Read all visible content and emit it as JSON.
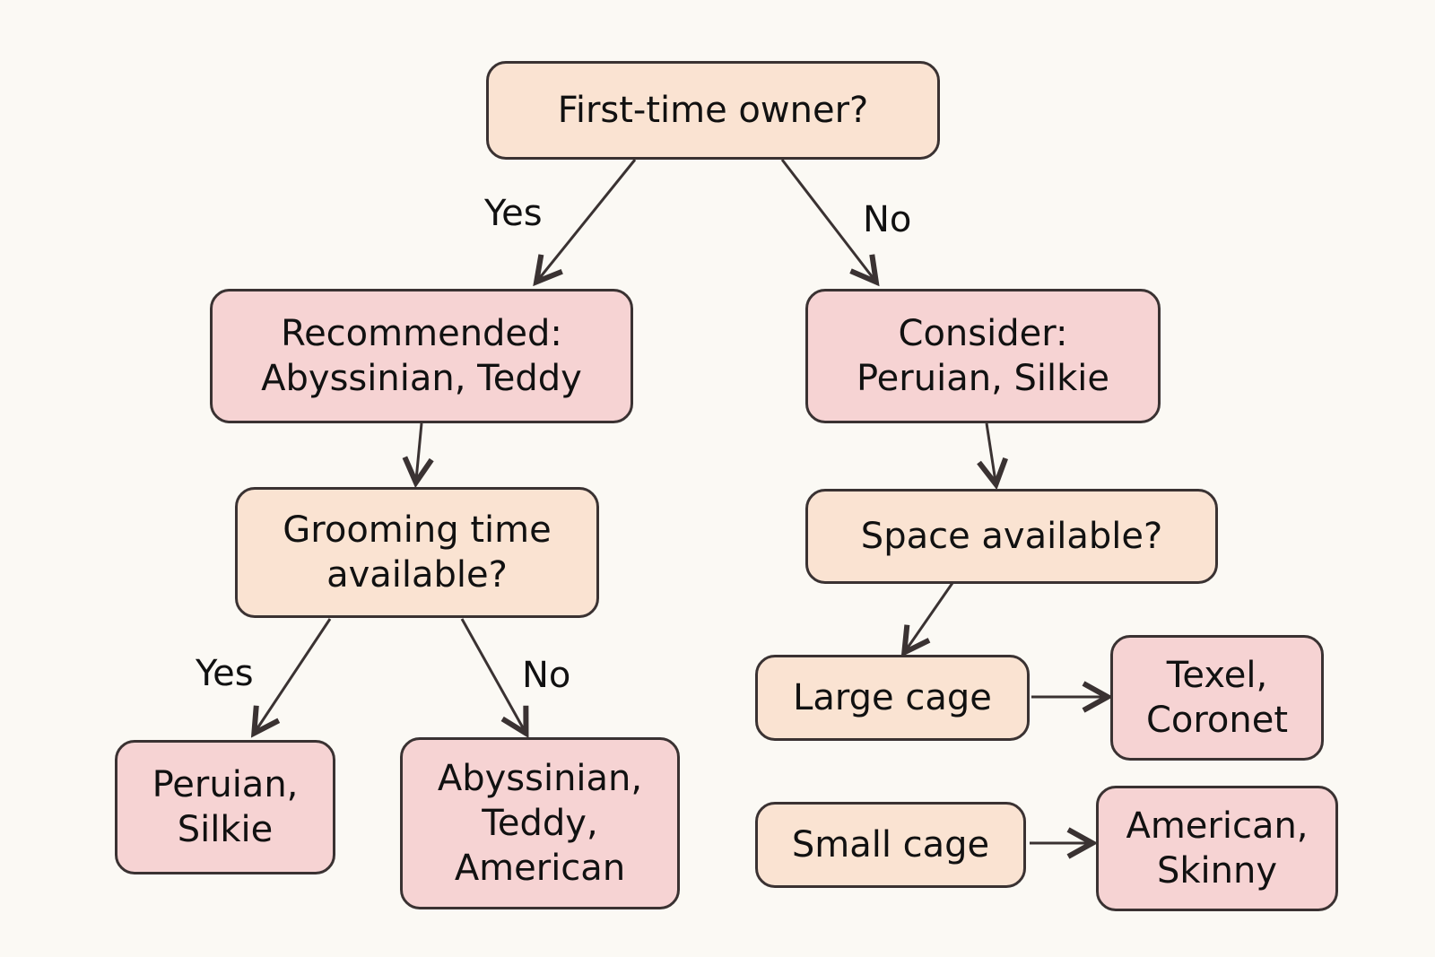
{
  "nodes": {
    "root": "First-time owner?",
    "rec": "Recommended:\nAbyssinian, Teddy",
    "consider": "Consider:\nPeruian, Silkie",
    "groom": "Grooming time\navailable?",
    "space": "Space available?",
    "peru": "Peruian,\nSilkie",
    "aby": "Abyssinian,\nTeddy,\nAmerican",
    "large": "Large cage",
    "small": "Small cage",
    "texel": "Texel,\nCoronet",
    "amer": "American,\nSkinny"
  },
  "labels": {
    "yes1": "Yes",
    "no1": "No",
    "yes2": "Yes",
    "no2": "No"
  }
}
